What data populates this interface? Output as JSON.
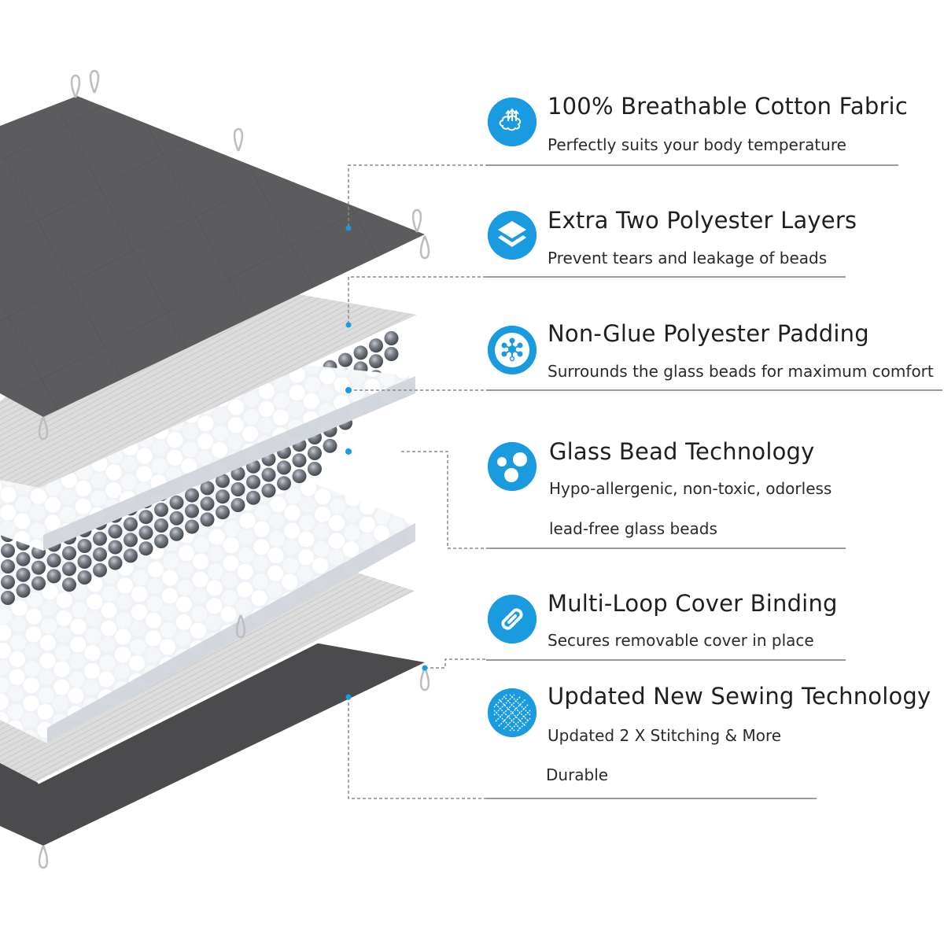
{
  "accent_color": "#1a9be0",
  "illustration": {
    "name": "weighted-blanket-layers-exploded-view",
    "layers": [
      {
        "name": "top-cotton-cover",
        "color": "#5a5a5c"
      },
      {
        "name": "upper-polyester-layer",
        "color": "#d9d9d9"
      },
      {
        "name": "upper-polyester-padding",
        "color": "#eef0f3"
      },
      {
        "name": "glass-beads",
        "color": "#6d7178"
      },
      {
        "name": "lower-polyester-padding",
        "color": "#eef0f3"
      },
      {
        "name": "lower-polyester-layer",
        "color": "#d9d9d9"
      },
      {
        "name": "bottom-cotton-cover",
        "color": "#4a4a4c"
      }
    ]
  },
  "features": [
    {
      "icon": "breathable-cloud-icon",
      "title": "100% Breathable Cotton Fabric",
      "lines": [
        "Perfectly suits your body temperature"
      ]
    },
    {
      "icon": "stacked-layers-icon",
      "title": "Extra Two Polyester Layers",
      "lines": [
        "Prevent tears and leakage of beads"
      ]
    },
    {
      "icon": "molecule-network-icon",
      "title": "Non-Glue Polyester Padding",
      "lines": [
        "Surrounds the glass beads for maximum comfort"
      ]
    },
    {
      "icon": "glass-beads-icon",
      "title": "Glass Bead Technology",
      "lines": [
        "Hypo-allergenic, non-toxic, odorless",
        "lead-free glass beads"
      ]
    },
    {
      "icon": "chain-link-icon",
      "title": "Multi-Loop Cover Binding",
      "lines": [
        "Secures removable cover in place"
      ]
    },
    {
      "icon": "woven-stitch-icon",
      "title": "Updated New Sewing Technology",
      "lines": [
        "Updated 2 X Stitching & More",
        "Durable"
      ]
    }
  ]
}
